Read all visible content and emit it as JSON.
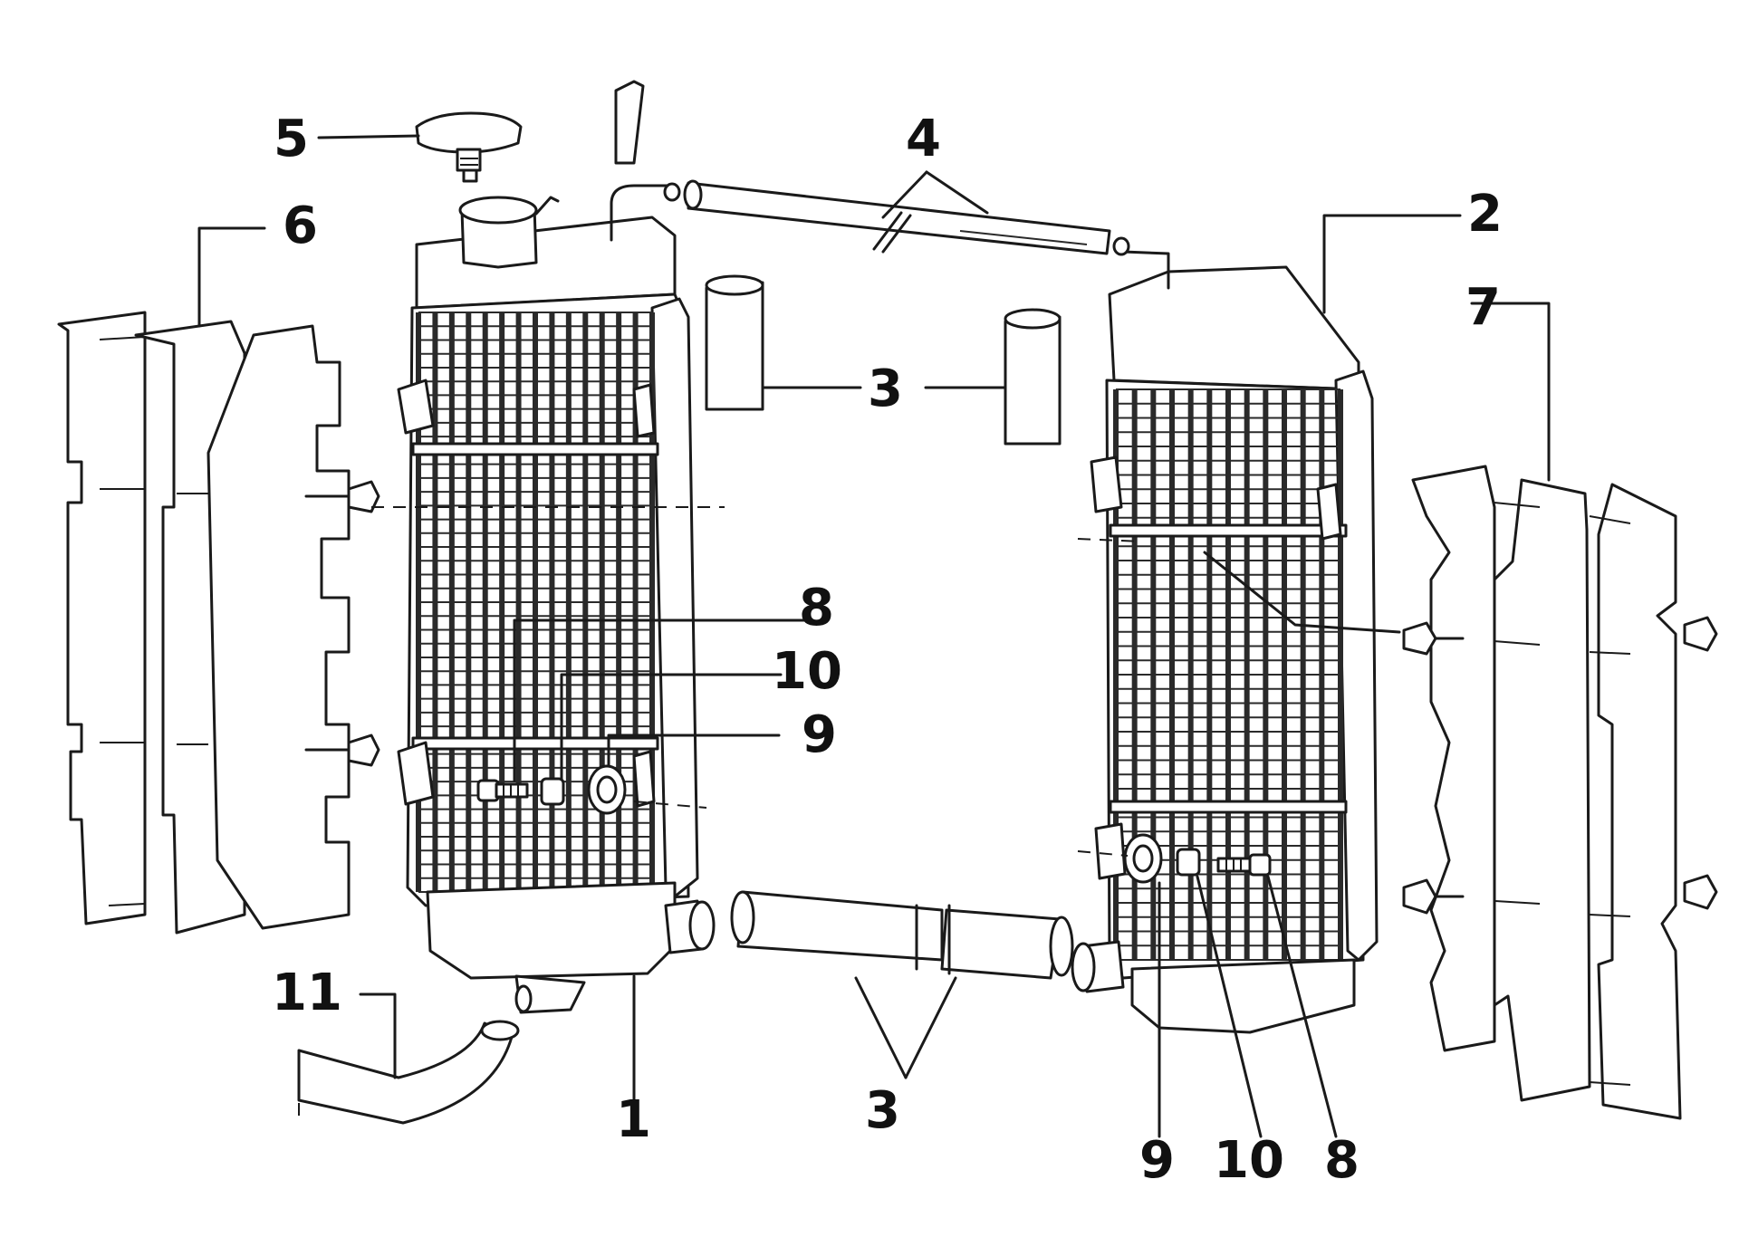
{
  "callouts": {
    "c5": "5",
    "c4": "4",
    "c2": "2",
    "c6": "6",
    "c7": "7",
    "c3_top": "3",
    "c8_left": "8",
    "c10_left": "10",
    "c9_left": "9",
    "c11": "11",
    "c1": "1",
    "c3_bottom": "3",
    "c9_right": "9",
    "c10_right": "10",
    "c8_right": "8"
  },
  "colors": {
    "ink": "#1a1a1a",
    "paper": "#ffffff"
  }
}
